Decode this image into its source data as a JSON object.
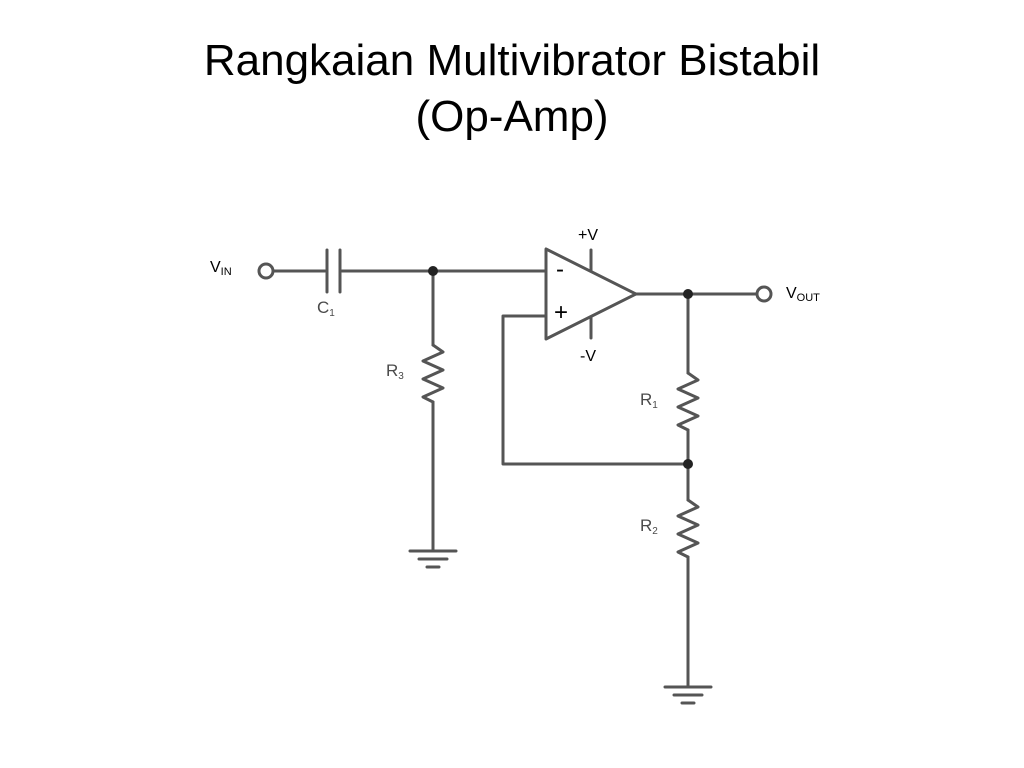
{
  "title": {
    "line1": "Rangkaian Multivibrator Bistabil",
    "line2": "(Op-Amp)"
  },
  "diagram": {
    "vin": {
      "main": "V",
      "sub": "IN"
    },
    "vout": {
      "main": "V",
      "sub": "OUT"
    },
    "c1": {
      "main": "C",
      "sub": "1"
    },
    "r3": {
      "main": "R",
      "sub": "3"
    },
    "r1": {
      "main": "R",
      "sub": "1"
    },
    "r2": {
      "main": "R",
      "sub": "2"
    },
    "plus_supply": "+V",
    "minus_supply": "-V",
    "inverting_sign": "-",
    "noninverting_sign": "+"
  },
  "colors": {
    "wire": "#555555",
    "text": "#000000",
    "component_label": "#4a4a4a"
  }
}
